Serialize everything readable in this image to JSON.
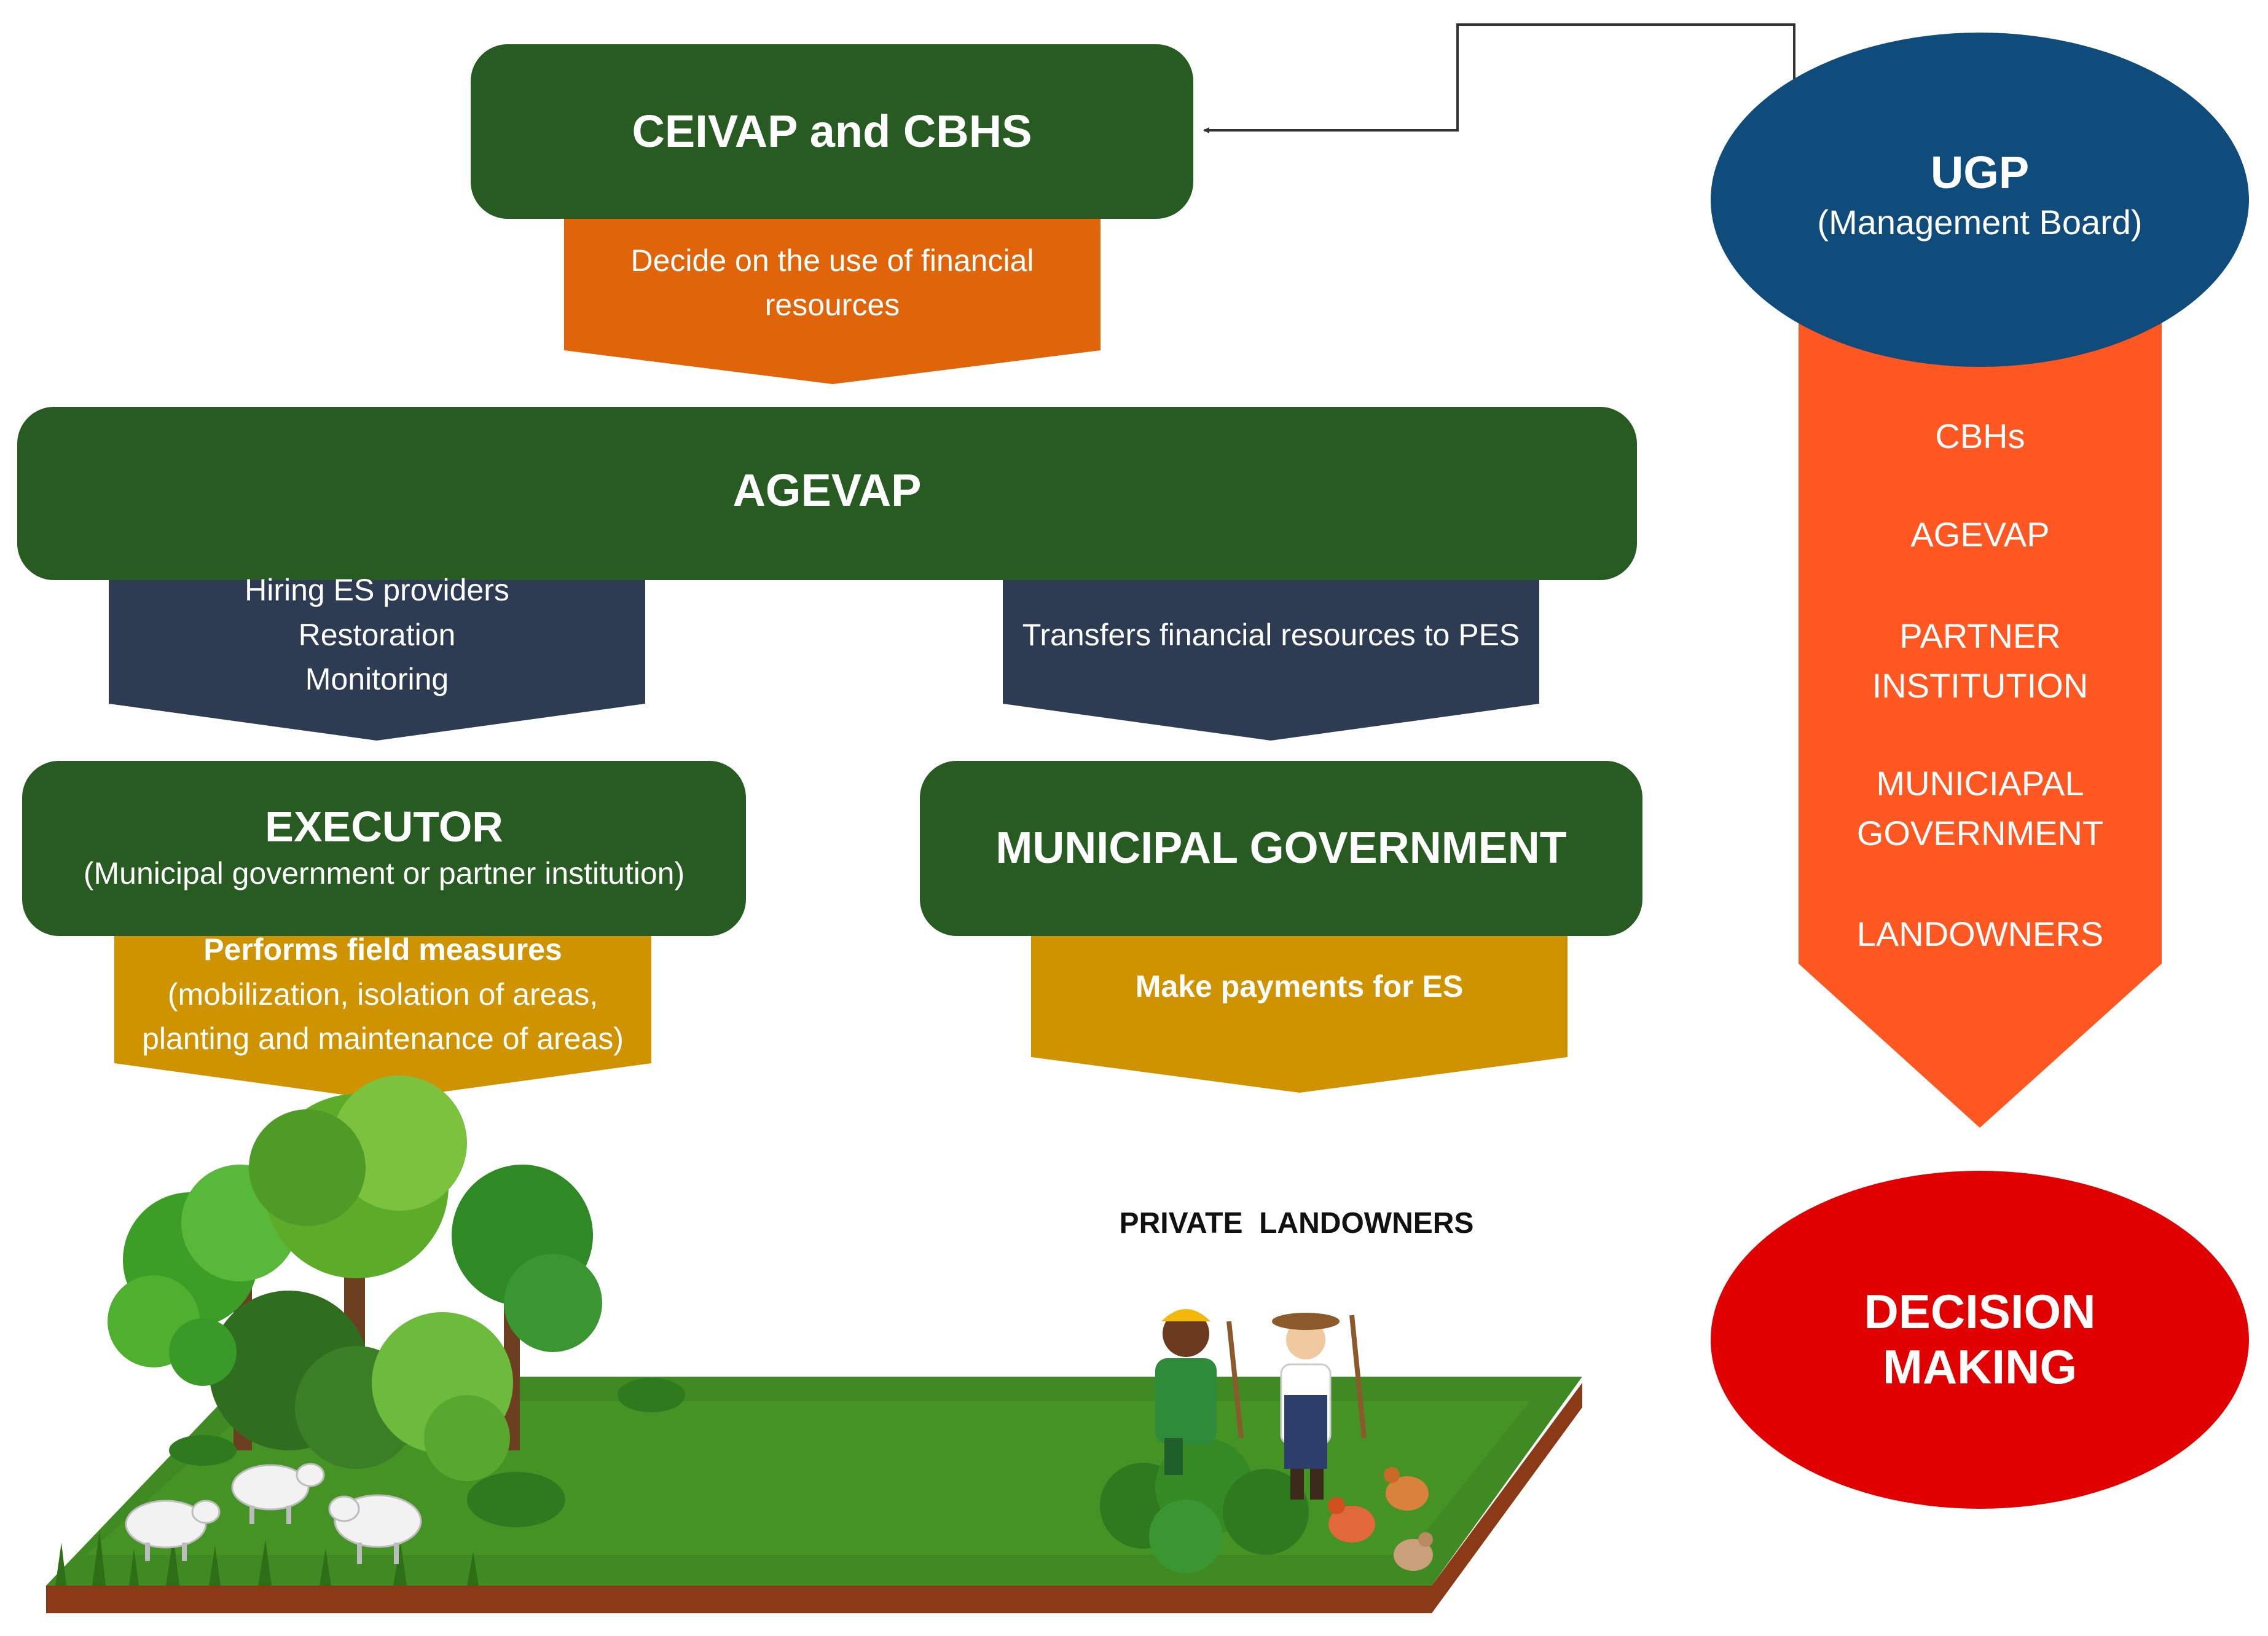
{
  "ceivap": {
    "title": "CEIVAP and CBHS",
    "action": [
      "Decide on the use of financial",
      "resources"
    ]
  },
  "agevap": {
    "title": "AGEVAP",
    "left_action": [
      "Hiring ES providers",
      "Restoration",
      "Monitoring"
    ],
    "right_action": "Transfers financial resources to PES"
  },
  "executor": {
    "title": "EXECUTOR",
    "subtitle": "(Municipal government or partner institution)",
    "action_bold": "Performs field measures",
    "action_lines": [
      "(mobilization, isolation of areas,",
      "planting and maintenance of areas)"
    ]
  },
  "municipal": {
    "title": "MUNICIPAL GOVERNMENT",
    "action": "Make payments for ES"
  },
  "ugp": {
    "title": "UGP",
    "subtitle": "(Management Board)",
    "members": [
      "CBHs",
      "AGEVAP",
      "PARTNER INSTITUTION",
      "MUNICIAPAL GOVERNMENT",
      "LANDOWNERS"
    ]
  },
  "decision": [
    "DECISION",
    "MAKING"
  ],
  "landowners_label": "PRIVATE  LANDOWNERS",
  "colors": {
    "green": "#275b22",
    "orange": "#e0640a",
    "navy": "#2d3c52",
    "gold": "#cf9300",
    "ugp_blue": "#0f4c7b",
    "ugp_arrow": "#ff5722",
    "decision_red": "#e00000"
  }
}
